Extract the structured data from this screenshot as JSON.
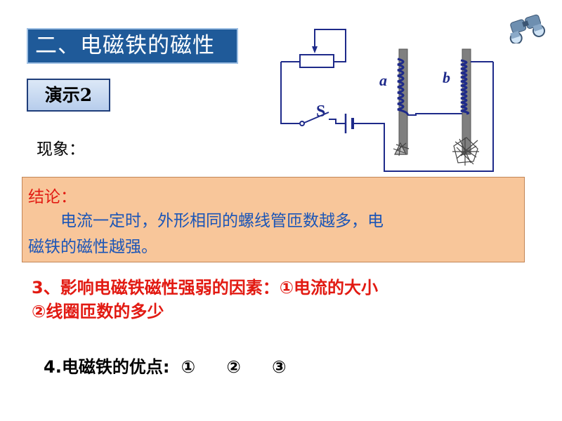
{
  "title": "二、电磁铁的磁性",
  "demo_label": "演示2",
  "phenomenon_label": "现象：",
  "conclusion": {
    "heading": "结论：",
    "text_line1": "　　电流一定时，外形相同的螺线管匝数越多，电",
    "text_line2": "磁铁的磁性越强。"
  },
  "factors": {
    "line1": "3、影响电磁铁磁性强弱的因素：①电流的大小",
    "line2": "②线圈匝数的多少"
  },
  "advantages": {
    "label": "4.电磁铁的优点:",
    "items": [
      "①",
      "②",
      "③"
    ]
  },
  "circuit": {
    "switch_label": "S",
    "coil_a_label": "a",
    "coil_b_label": "b"
  },
  "icons": {
    "binoculars": "binoculars-icon"
  },
  "colors": {
    "title_bg": "#1f5a99",
    "wire": "#1e2a8a",
    "conclusion_bg": "#f8c69a",
    "red_text": "#e21a12",
    "blue_text": "#1b55b7"
  }
}
